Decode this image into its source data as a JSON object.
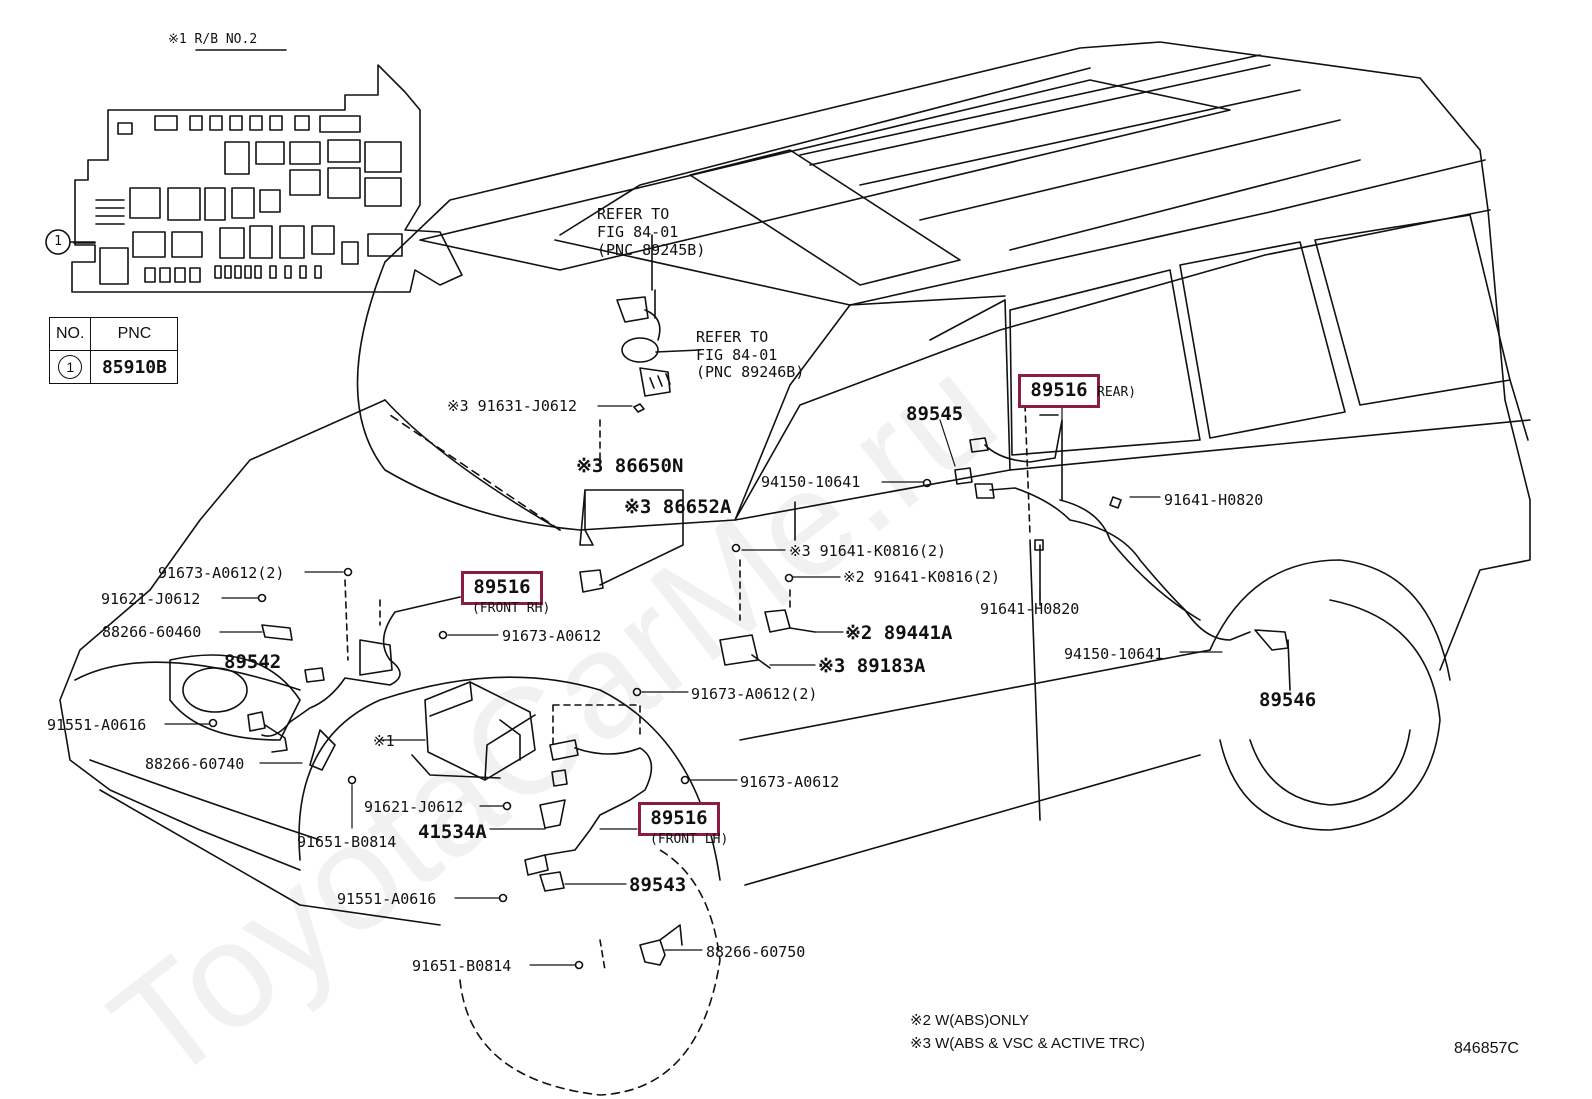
{
  "colors": {
    "highlight": "#8b1e3f",
    "line": "#111111"
  },
  "relay_block": {
    "title": "※1 R/B NO.2",
    "callout_no": "1",
    "table": {
      "headers": [
        "NO.",
        "PNC"
      ],
      "rows": [
        {
          "no": "1",
          "pnc": "85910B"
        }
      ]
    }
  },
  "refs": {
    "top": [
      "REFER TO",
      "FIG 84-01",
      "(PNC 89245B)"
    ],
    "mid": [
      "REFER TO",
      "FIG 84-01",
      "(PNC 89246B)"
    ]
  },
  "parts": {
    "p_91631_J0612": "※3 91631-J0612",
    "p_86650N": "※3 86650N",
    "p_86652A": "※3 86652A",
    "p_89545": "89545",
    "p_94150_10641_a": "94150-10641",
    "p_91641_H0820_a": "91641-H0820",
    "p_91641_K0816_3": "※3 91641-K0816(2)",
    "p_91641_K0816_2": "※2 91641-K0816(2)",
    "p_89441A": "※2 89441A",
    "p_89183A": "※3 89183A",
    "p_91641_H0820_b": "91641-H0820",
    "p_94150_10641_b": "94150-10641",
    "p_89546": "89546",
    "p_91673_A0612_2a": "91673-A0612(2)",
    "p_91621_J0612_a": "91621-J0612",
    "p_88266_60460": "88266-60460",
    "p_91673_A0612_a": "91673-A0612",
    "p_89542": "89542",
    "p_91551_A0616_a": "91551-A0616",
    "p_91673_A0612_2b": "91673-A0612(2)",
    "p_relay_box": "※1",
    "p_88266_60740": "88266-60740",
    "p_91673_A0612_b": "91673-A0612",
    "p_91621_J0612_b": "91621-J0612",
    "p_41534A": "41534A",
    "p_91651_B0814_a": "91651-B0814",
    "p_89543": "89543",
    "p_91551_A0616_b": "91551-A0616",
    "p_88266_60750": "88266-60750",
    "p_91651_B0814_b": "91651-B0814"
  },
  "highlighted": {
    "rear": {
      "code": "89516",
      "note": "REAR)"
    },
    "front_rh": {
      "code": "89516",
      "note": "(FRONT RH)"
    },
    "front_lh": {
      "code": "89516",
      "note": "(FRONT LH)"
    }
  },
  "notes": {
    "n2": "※2   W(ABS)ONLY",
    "n3": "※3   W(ABS & VSC & ACTIVE TRC)"
  },
  "figure_id": "846857C",
  "watermark": "ToyotaCarMe.ru"
}
